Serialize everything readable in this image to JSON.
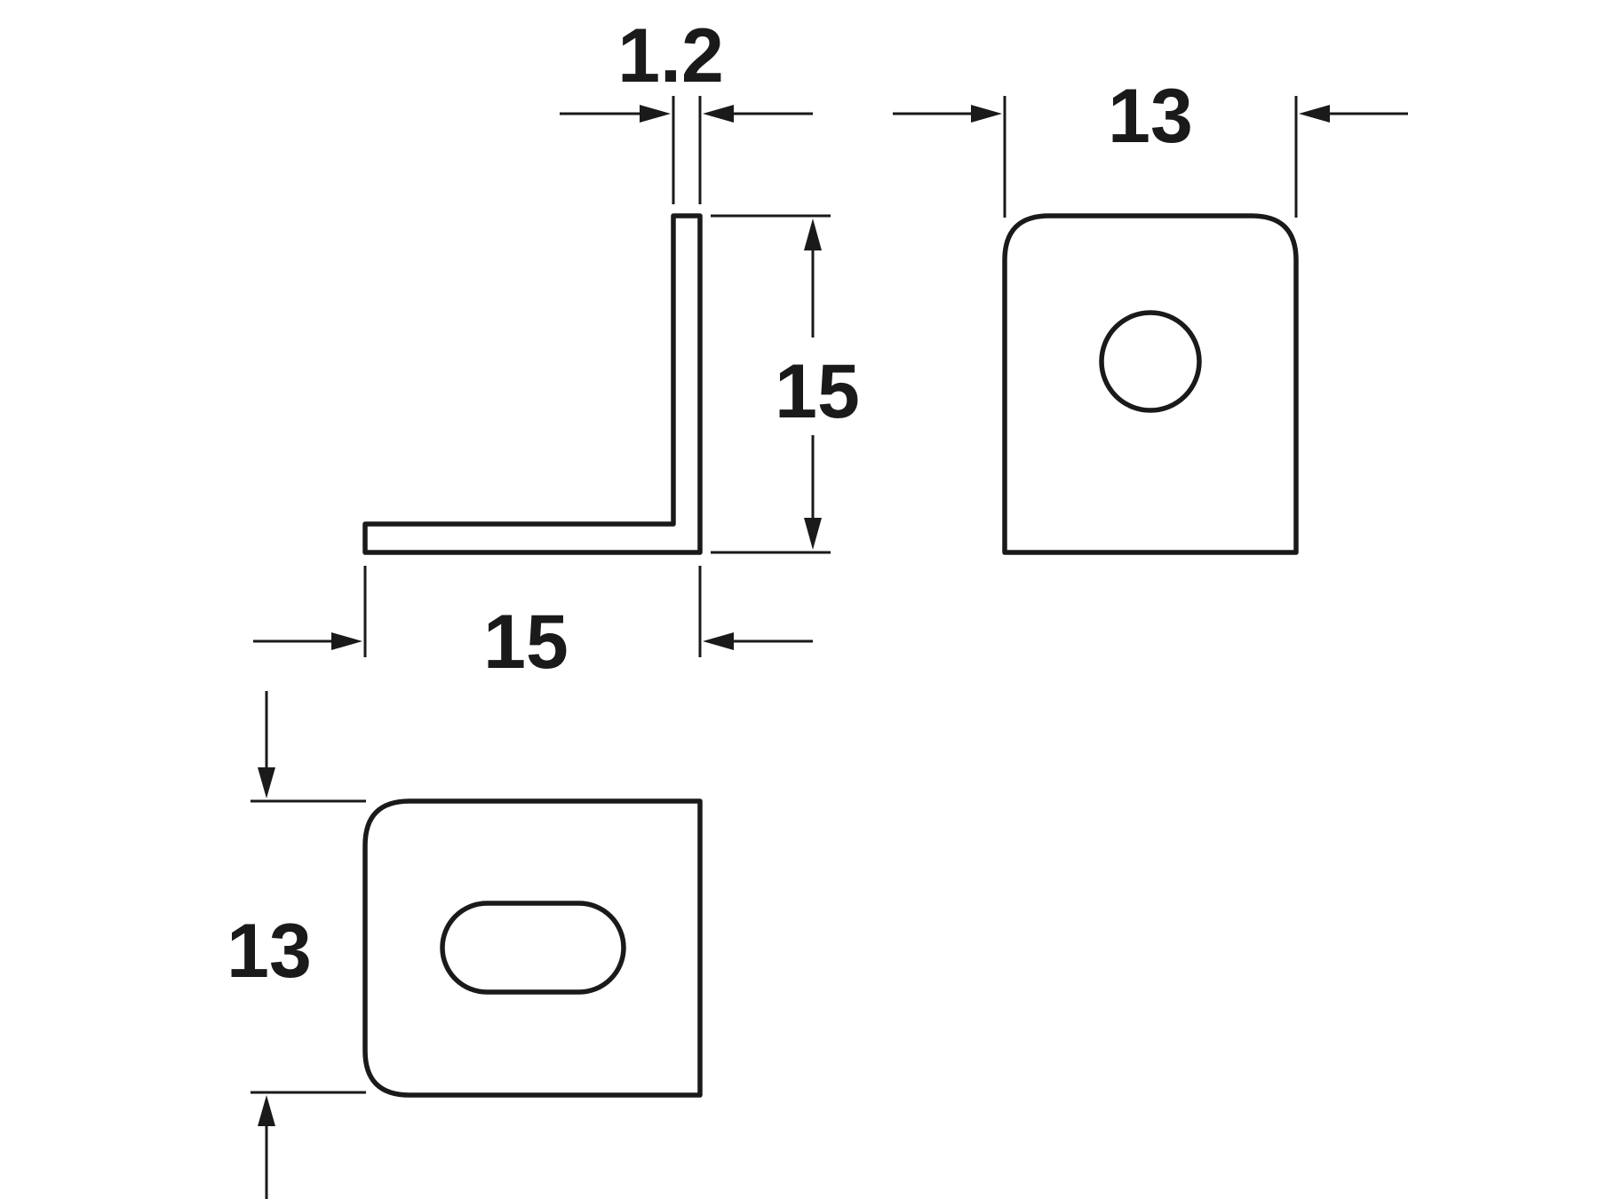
{
  "dimensions": {
    "thickness": "1.2",
    "side_height": "15",
    "side_length": "15",
    "top_width": "13",
    "bottom_width": "13"
  }
}
